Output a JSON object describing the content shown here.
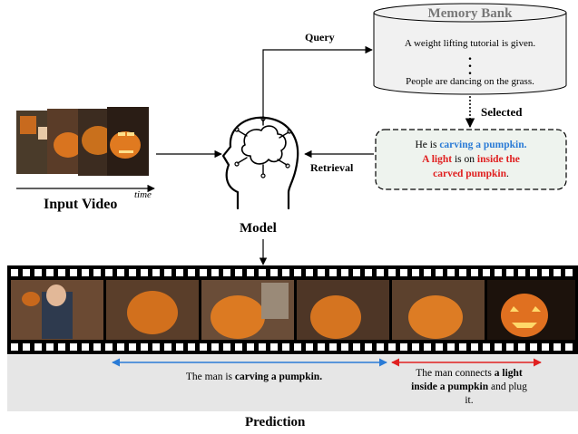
{
  "memory_bank": {
    "title": "Memory Bank",
    "line_1": "A weight lifting tutorial is given.",
    "dots": ".\n.\n.",
    "line_2": "People are dancing on the grass."
  },
  "labels": {
    "query": "Query",
    "selected": "Selected",
    "retrieval": "Retrieval",
    "input_video": "Input Video",
    "time": "time",
    "model": "Model",
    "prediction": "Prediction"
  },
  "selected_box": {
    "line_1_prefix": "He is ",
    "line_1_highlight": "carving a pumpkin.",
    "line_2_highlight_a": "A light",
    "line_2_mid": " is on ",
    "line_2_highlight_b": "inside the",
    "line_3_highlight": "carved pumpkin",
    "line_3_suffix": "."
  },
  "predictions": {
    "segment_1_prefix": "The man is ",
    "segment_1_bold": "carving a pumpkin.",
    "segment_2_prefix": "The man connects ",
    "segment_2_bold_a": "a light",
    "segment_2_bold_b": "inside a pumpkin",
    "segment_2_suffix": " and plug",
    "segment_2_end": "it."
  },
  "colors": {
    "blue": "#2a7bd6",
    "red": "#e02020",
    "memory_fill": "#f1f1f1",
    "prediction_band": "#e6e6e6"
  },
  "icons": {
    "model": "brain-head-icon"
  }
}
